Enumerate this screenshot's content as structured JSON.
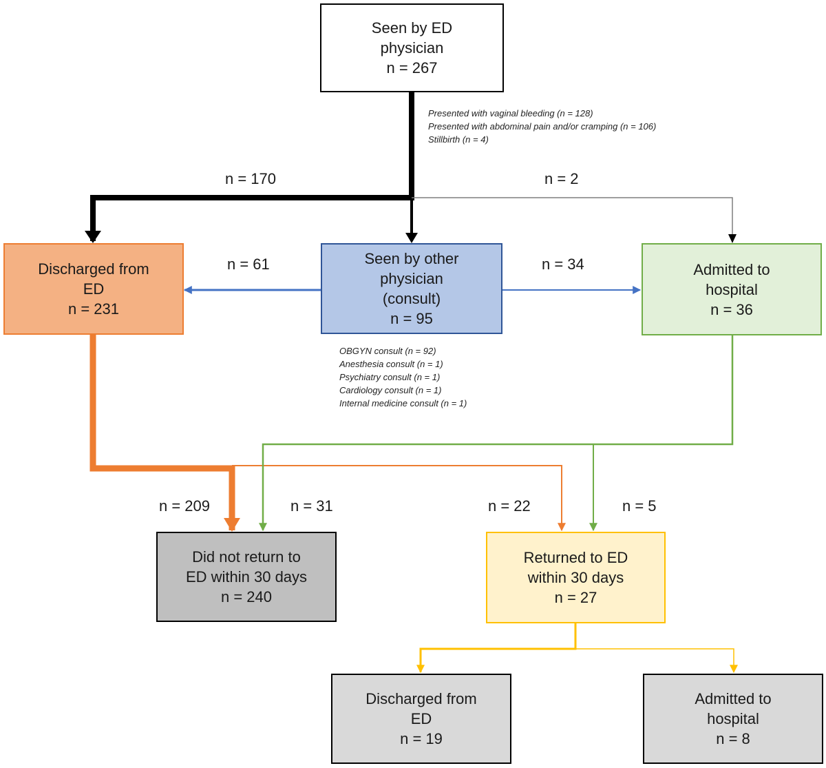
{
  "boxes": {
    "seen_ed": {
      "lines": [
        "Seen by ED",
        "physician",
        "n = 267"
      ]
    },
    "discharged_ed": {
      "lines": [
        "Discharged from",
        "ED",
        "n = 231"
      ]
    },
    "seen_other": {
      "lines": [
        "Seen by other",
        "physician",
        "(consult)",
        "n = 95"
      ]
    },
    "admitted": {
      "lines": [
        "Admitted to",
        "hospital",
        "n = 36"
      ]
    },
    "did_not_return": {
      "lines": [
        "Did not return to",
        "ED within 30 days",
        "n = 240"
      ]
    },
    "returned": {
      "lines": [
        "Returned to ED",
        "within 30 days",
        "n = 27"
      ]
    },
    "return_discharged": {
      "lines": [
        "Discharged from",
        "ED",
        "n = 19"
      ]
    },
    "return_admitted": {
      "lines": [
        "Admitted to",
        "hospital",
        "n = 8"
      ]
    }
  },
  "edge_labels": {
    "ed_to_discharged": "n = 170",
    "ed_to_admitted": "n = 2",
    "consult_to_discharged": "n = 61",
    "consult_to_admitted": "n = 34",
    "discharged_to_no_return": "n = 209",
    "admitted_to_no_return": "n = 31",
    "discharged_to_return": "n = 22",
    "admitted_to_return": "n = 5"
  },
  "notes": {
    "presentation": [
      "Presented with vaginal bleeding (n = 128)",
      "Presented with abdominal pain and/or cramping (n = 106)",
      "Stillbirth (n = 4)"
    ],
    "consults": [
      "OBGYN consult (n = 92)",
      "Anesthesia consult (n = 1)",
      "Psychiatry consult (n = 1)",
      "Cardiology consult (n = 1)",
      "Internal medicine consult (n = 1)"
    ]
  },
  "colors": {
    "black": "#000000",
    "gray_line": "#7f7f7f",
    "blue_line": "#4472c4",
    "orange_line": "#ed7d31",
    "green_line": "#70ad47",
    "yellow_line": "#ffc000",
    "orange_fill": "#f4b183",
    "blue_fill": "#b4c7e7",
    "green_fill": "#e2f0d9",
    "dark_gray_fill": "#bfbfbf",
    "yellow_fill": "#fff2cc",
    "light_gray_fill": "#d9d9d9"
  }
}
